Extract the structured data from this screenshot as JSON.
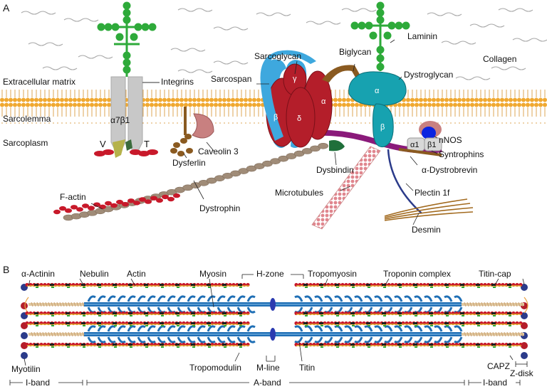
{
  "panels": {
    "a": "A",
    "b": "B"
  },
  "panel_a": {
    "laminin": "Laminin",
    "collagen": "Collagen",
    "biglycan": "Biglycan",
    "sarcoglycan": "Sarcoglycan",
    "dystroglycan": "Dystroglycan",
    "sarcospan": "Sarcospan",
    "extracellular_matrix": "Extracellular matrix",
    "integrins": "Integrins",
    "sarcolemma": "Sarcolemma",
    "sarcoplasm": "Sarcoplasm",
    "a7b1": "α7β1",
    "v": "V",
    "t": "T",
    "caveolin": "Caveolin 3",
    "dysferlin": "Dysferlin",
    "dysbindin": "Dysbindin",
    "nnos": "nNOS",
    "syntrophins": "Syntrophins",
    "a_dystrobrevin": "α-Dystrobrevin",
    "microtubules": "Microtubules",
    "plectin": "Plectin 1f",
    "f_actin": "F-actin",
    "dystrophin": "Dystrophin",
    "desmin": "Desmin",
    "alpha": "α",
    "beta": "β",
    "gamma": "γ",
    "delta": "δ",
    "a1": "α1",
    "b1": "β1"
  },
  "panel_b": {
    "a_actinin": "α-Actinin",
    "nebulin": "Nebulin",
    "actin": "Actin",
    "myosin": "Myosin",
    "h_zone": "H-zone",
    "tropomyosin": "Tropomyosin",
    "troponin": "Troponin complex",
    "titin_cap": "Titin-cap",
    "myotilin": "Myotilin",
    "tropomodulin": "Tropomodulin",
    "m_line": "M-line",
    "titin": "Titin",
    "capz": "CAPZ",
    "z_disk": "Z-disk",
    "i_band": "I-band",
    "a_band": "A-band"
  },
  "colors": {
    "membrane": "#f0a830",
    "laminin": "#2eaa3a",
    "integrin": "#c8c8c8",
    "sarcoglycan": "#b41e2a",
    "sarcospan": "#3ea8de",
    "dystroglycan": "#17a2b0",
    "dystrophin": "#a08c78",
    "myosin": "#1f6fb5",
    "actin": "#c8192a"
  }
}
